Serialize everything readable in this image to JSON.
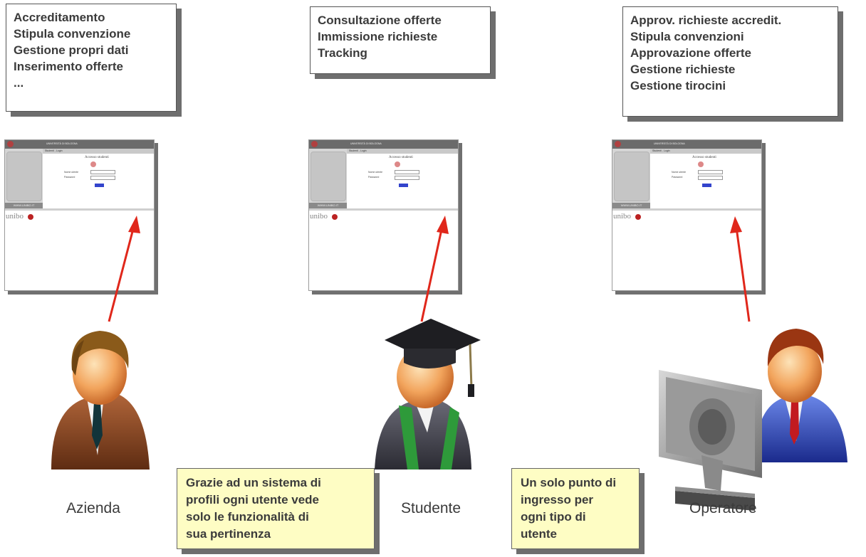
{
  "feature_boxes": [
    {
      "lines": [
        "Accreditamento",
        "Stipula convenzione",
        "Gestione propri dati",
        "Inserimento offerte",
        "..."
      ]
    },
    {
      "lines": [
        "Consultazione offerte",
        "Immissione richieste",
        "Tracking"
      ]
    },
    {
      "lines": [
        "Approv. richieste accredit.",
        "Stipula convenzioni",
        "Approvazione offerte",
        "Gestione richieste",
        "Gestione tirocini"
      ]
    }
  ],
  "roles": [
    "Azienda",
    "Studente",
    "Operatore"
  ],
  "notes": [
    {
      "lines": [
        "Grazie ad un sistema di",
        "profili ogni utente vede",
        "solo le funzionalità di",
        "sua pertinenza"
      ]
    },
    {
      "lines": [
        "Un solo punto di",
        "ingresso per",
        "ogni tipo di",
        "utente"
      ]
    }
  ],
  "login_page": {
    "university_short": "UNIVERSITÀ DI BOLOGNA",
    "breadcrumb": "Studenti - Login",
    "title": "Accesso studenti",
    "username_label": "Nome utente",
    "password_label": "Password",
    "side_caption": "WWW.UNIBO.IT",
    "logo_text": "unibo"
  },
  "colors": {
    "arrow": "#e0271b",
    "note_bg": "#fefdc4",
    "shadow": "#6e6e6e",
    "text": "#3b3b3b"
  }
}
